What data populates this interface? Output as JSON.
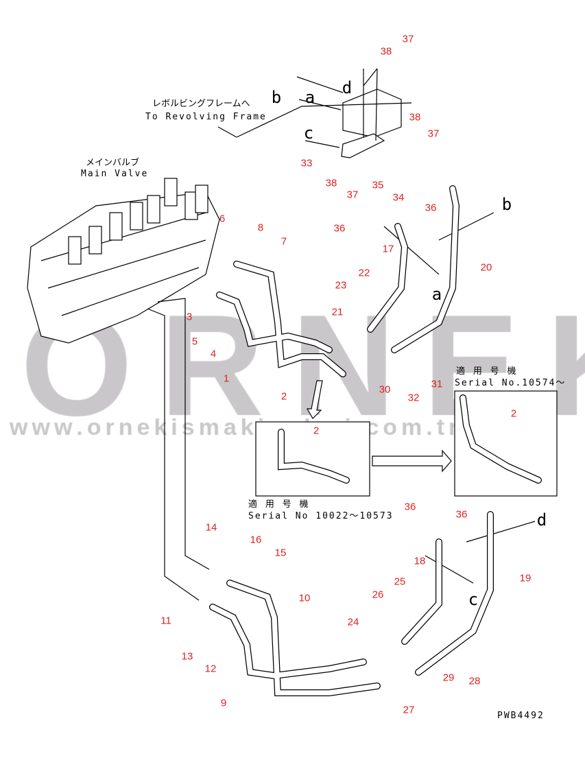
{
  "watermark": {
    "brand": "ORNEK",
    "url": "www.ornekismakinalari.com.tr"
  },
  "labels": {
    "main_valve_jp": "メインバルブ",
    "main_valve_en": "Main Valve",
    "revolving_frame_jp": "レボルビングフレームへ",
    "revolving_frame_en": "To Revolving Frame",
    "serial_new_jp": "適 用 号 機",
    "serial_new_en": "Serial No.10574～",
    "serial_old_jp": "適 用 号 機",
    "serial_old_en": "Serial No 10022～10573",
    "drawing_no": "PWB4492"
  },
  "connection_letters": [
    "b",
    "a",
    "d",
    "c",
    "b",
    "a",
    "d",
    "c"
  ],
  "callouts": [
    "37",
    "38",
    "38",
    "37",
    "33",
    "38",
    "37",
    "35",
    "34",
    "6",
    "8",
    "7",
    "36",
    "36",
    "17",
    "20",
    "22",
    "23",
    "21",
    "3",
    "5",
    "4",
    "1",
    "2",
    "30",
    "32",
    "31",
    "2",
    "2",
    "14",
    "16",
    "15",
    "10",
    "11",
    "13",
    "12",
    "9",
    "24",
    "36",
    "36",
    "18",
    "25",
    "26",
    "19",
    "29",
    "28",
    "27"
  ],
  "colors": {
    "callout": "#e02020",
    "watermark": "#c9c7c9"
  }
}
